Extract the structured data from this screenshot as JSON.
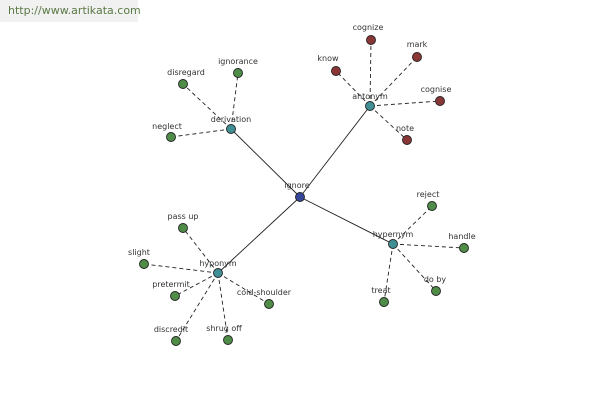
{
  "header": {
    "url": "http://www.artikata.com"
  },
  "colors": {
    "center": "#36479a",
    "relation": "#3f8f95",
    "synonym_like": "#4e8c47",
    "antonym_leaf": "#8a3636"
  },
  "graph": {
    "center": {
      "label": "ignore"
    },
    "relations": [
      {
        "id": "derivation",
        "label": "derivation",
        "leaf_color": "synonym_like",
        "leaves": [
          "disregard",
          "ignorance",
          "neglect"
        ]
      },
      {
        "id": "antonym",
        "label": "antonym",
        "leaf_color": "antonym_leaf",
        "leaves": [
          "cognize",
          "know",
          "mark",
          "cognise",
          "note"
        ]
      },
      {
        "id": "hypernym",
        "label": "hypernym",
        "leaf_color": "synonym_like",
        "leaves": [
          "reject",
          "handle",
          "do by",
          "treat"
        ]
      },
      {
        "id": "hyponym",
        "label": "hyponym",
        "leaf_color": "synonym_like",
        "leaves": [
          "pass up",
          "slight",
          "pretermit",
          "cold-shoulder",
          "discredit",
          "shrug off"
        ]
      }
    ]
  }
}
